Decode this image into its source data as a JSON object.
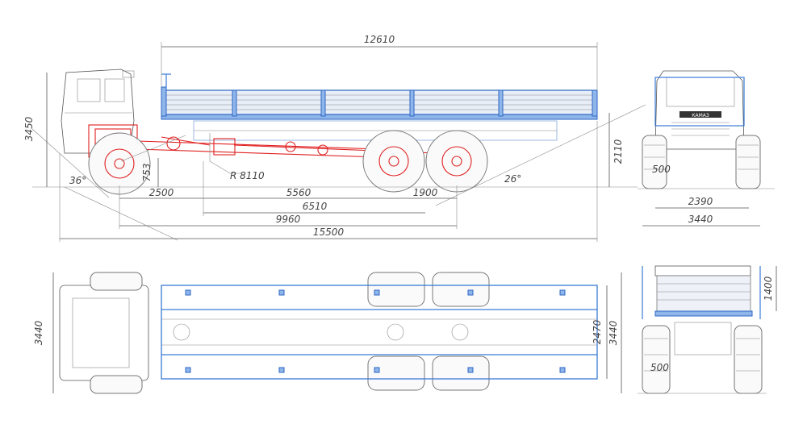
{
  "vehicle": {
    "cab_brand": "КАМАЗ"
  },
  "side_view": {
    "dim_platform_length": "12610",
    "dim_cab_height": "3450",
    "dim_total_height": "2110",
    "dim_ground_clearance": "753",
    "dim_turn_radius": "R 8110",
    "dim_front_overhang": "2500",
    "dim_wheelbase_1": "5560",
    "dim_bogie_spacing": "1900",
    "dim_wheelbase_2": "6510",
    "dim_rear_axle": "9960",
    "dim_total_length": "15500",
    "angle_approach": "36°",
    "angle_departure": "26°"
  },
  "front_view": {
    "dim_tire_width": "500",
    "dim_track": "2390",
    "dim_total_width": "3440"
  },
  "top_view": {
    "dim_width_left": "3440",
    "dim_platform_width": "2470",
    "dim_width_right": "3440"
  },
  "rear_view": {
    "dim_side_height": "1400",
    "dim_tire_width": "500"
  }
}
